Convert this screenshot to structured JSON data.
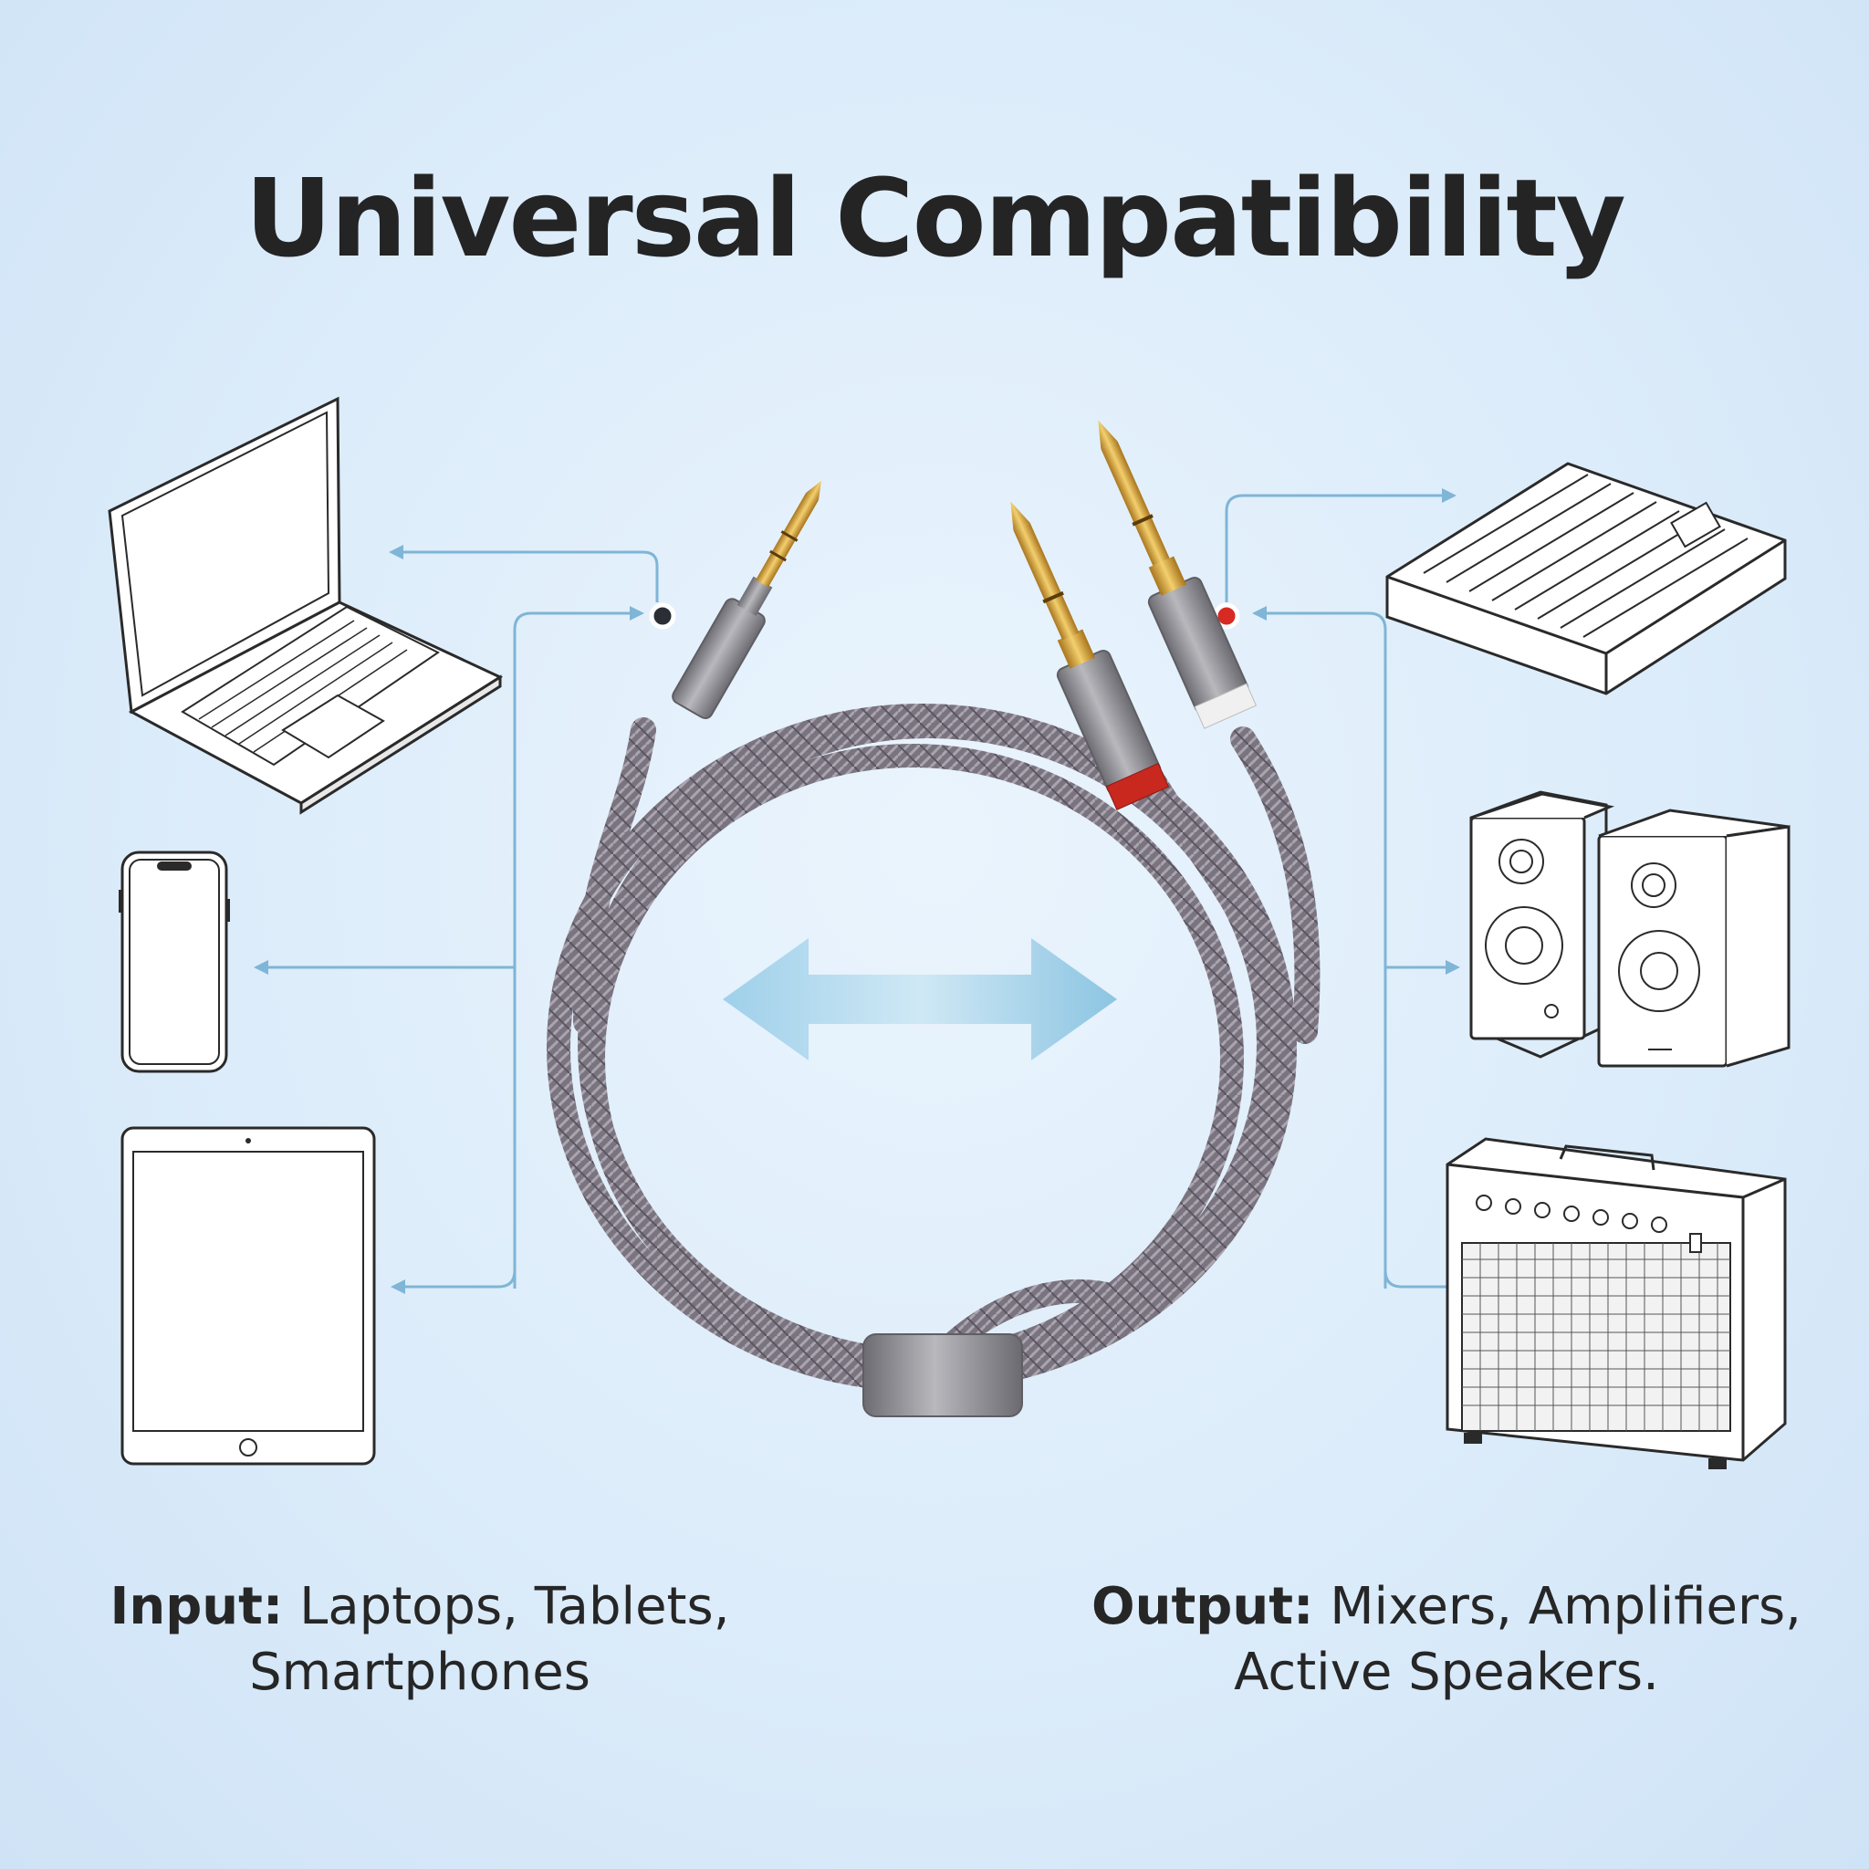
{
  "title": "Universal Compatibility",
  "input": {
    "label": "Input:",
    "text_line1": "Laptops, Tablets,",
    "text_line2": "Smartphones"
  },
  "output": {
    "label": "Output:",
    "text_line1": "Mixers, Amplifiers,",
    "text_line2": "Active Speakers."
  },
  "colors": {
    "background": "#dcecfa",
    "connector_line": "#7fb5d6",
    "double_arrow": "#8cc6e2",
    "cable_braid": "#7a7480",
    "metal": "#8f8f94",
    "gold": "#d9a93f",
    "ring_red": "#c8281e",
    "ring_white": "#f0f0f0",
    "dot_left": "#2a2f36",
    "dot_right": "#d62a22",
    "text": "#242424"
  },
  "icons": {
    "left": [
      "laptop-icon",
      "smartphone-icon",
      "tablet-icon"
    ],
    "right": [
      "audio-mixer-icon",
      "bookshelf-speakers-icon",
      "guitar-amplifier-icon"
    ],
    "center": [
      "double-headed-arrow-icon",
      "aux-to-dual-jack-cable-icon"
    ]
  }
}
